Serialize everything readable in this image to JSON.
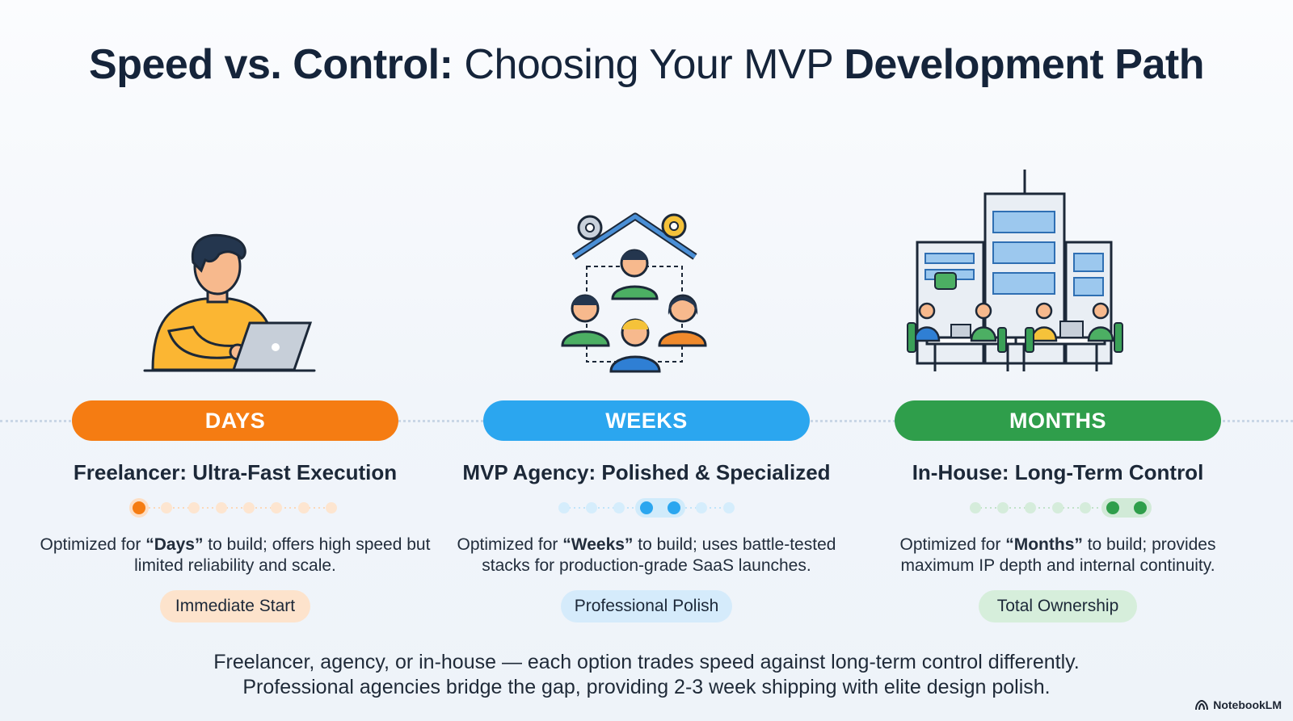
{
  "title": {
    "part1": "Speed vs. Control:",
    "part2": " Choosing Your MVP ",
    "part3": "Development Path"
  },
  "columns": [
    {
      "label": "DAYS",
      "heading": "Freelancer: Ultra-Fast Execution",
      "desc_pre": "Optimized for ",
      "desc_bold": "“Days”",
      "desc_post": " to build; offers high speed but limited reliability and scale.",
      "tag": "Immediate Start",
      "color": "#f57c12",
      "scale_total": 8,
      "scale_active": [
        1
      ]
    },
    {
      "label": "WEEKS",
      "heading": "MVP Agency: Polished & Specialized",
      "desc_pre": "Optimized for ",
      "desc_bold": "“Weeks”",
      "desc_post": " to build; uses battle-tested stacks for production-grade SaaS launches.",
      "tag": "Professional Polish",
      "color": "#2ba6ef",
      "scale_total": 7,
      "scale_active": [
        4,
        5
      ]
    },
    {
      "label": "MONTHS",
      "heading": "In-House: Long-Term Control",
      "desc_pre": "Optimized for ",
      "desc_bold": "“Months”",
      "desc_post": " to build; provides maximum IP depth and internal continuity.",
      "tag": "Total Ownership",
      "color": "#2f9e4b",
      "scale_total": 7,
      "scale_active": [
        6,
        7
      ]
    }
  ],
  "footer": {
    "line1": "Freelancer, agency, or in-house — each option trades speed against long-term control differently.",
    "line2": "Professional agencies bridge the gap, providing 2-3 week shipping with elite design polish."
  },
  "brand": "NotebookLM"
}
